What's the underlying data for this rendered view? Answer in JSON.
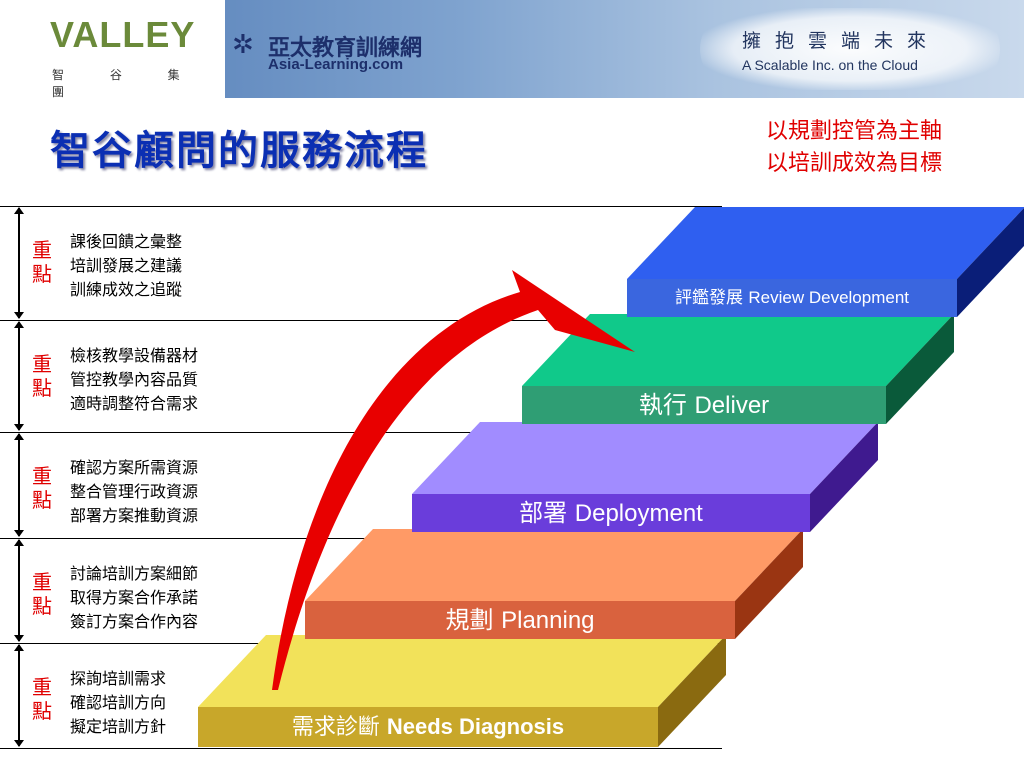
{
  "header": {
    "logo_text": "VALLEY",
    "logo_subtitle": "智 谷 集 團",
    "partner_name_zh": "亞太教育訓練網",
    "partner_name_en": "Asia-Learning.com",
    "slogan_zh": "擁抱雲端未來",
    "slogan_en": "A Scalable Inc. on the Cloud"
  },
  "title": "智谷顧問的服務流程",
  "motto": [
    "以規劃控管為主軸",
    "以培訓成效為目標"
  ],
  "rows": [
    {
      "key": [
        "重",
        "點"
      ],
      "items": [
        "課後回饋之彙整",
        "培訓發展之建議",
        "訓練成效之追蹤"
      ]
    },
    {
      "key": [
        "重",
        "點"
      ],
      "items": [
        "檢核教學設備器材",
        "管控教學內容品質",
        "適時調整符合需求"
      ]
    },
    {
      "key": [
        "重",
        "點"
      ],
      "items": [
        "確認方案所需資源",
        "整合管理行政資源",
        "部署方案推動資源"
      ]
    },
    {
      "key": [
        "重",
        "點"
      ],
      "items": [
        "討論培訓方案細節",
        "取得方案合作承諾",
        "簽訂方案合作內容"
      ]
    },
    {
      "key": [
        "重",
        "點"
      ],
      "items": [
        "探詢培訓需求",
        "確認培訓方向",
        "擬定培訓方針"
      ]
    }
  ],
  "steps": [
    {
      "zh": "需求診斷",
      "en": "Needs Diagnosis",
      "top": "#f2e25a",
      "front": "#c8a72a",
      "side": "#8a6a10"
    },
    {
      "zh": "規劃",
      "en": "Planning",
      "top": "#ff9a66",
      "front": "#d9623e",
      "side": "#9a3512"
    },
    {
      "zh": "部署",
      "en": "Deployment",
      "top": "#a18cff",
      "front": "#6a3ddb",
      "side": "#3f1a8f"
    },
    {
      "zh": "執行",
      "en": "Deliver",
      "top": "#10c98a",
      "front": "#2f9e74",
      "side": "#0a5a3a"
    },
    {
      "zh": "評鑑發展",
      "en": "Review Development",
      "top": "#2f5ff0",
      "front": "#3a66df",
      "side": "#0a1e78"
    }
  ],
  "arrow_color": "#e80000"
}
